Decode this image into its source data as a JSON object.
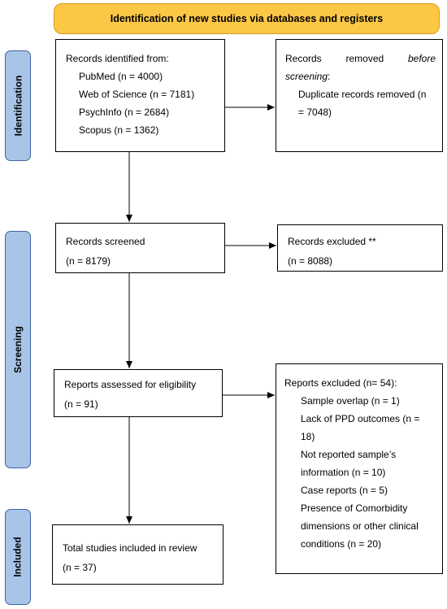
{
  "header": {
    "title": "Identification of new studies via databases and registers"
  },
  "stages": {
    "identification": "Identification",
    "screening": "Screening",
    "included": "Included"
  },
  "identified": {
    "heading": "Records identified from:",
    "items": [
      "PubMed (n = 4000)",
      "Web of Science (n = 7181)",
      "PsychInfo (n = 2684)",
      "Scopus (n = 1362)"
    ]
  },
  "removed": {
    "heading_1": "Records",
    "heading_2": "removed",
    "heading_3": "before",
    "heading_4": "screening",
    "heading_5": ":",
    "detail_1": "Duplicate records removed (n",
    "detail_2": "= 7048)"
  },
  "screened": {
    "label": "Records screened",
    "count": "(n = 8179)"
  },
  "excluded_records": {
    "label": "Records excluded **",
    "count": "(n = 8088)"
  },
  "assessed": {
    "label": "Reports assessed for eligibility",
    "count": "(n = 91)"
  },
  "excluded_reports": {
    "heading": "Reports excluded (n= 54):",
    "lines": [
      "Sample overlap (n = 1)",
      "Lack of PPD outcomes (n =",
      "18)",
      "Not reported sample’s",
      "information (n = 10)",
      "Case reports (n = 5)",
      "Presence of Comorbidity",
      "dimensions or other clinical",
      "conditions (n = 20)"
    ]
  },
  "included": {
    "label": "Total studies included in review",
    "count": "(n = 37)"
  },
  "colors": {
    "header_fill": "#fdc746",
    "header_border": "#d79b18",
    "stage_fill": "#a8c5e8",
    "stage_border": "#3f64a0"
  }
}
